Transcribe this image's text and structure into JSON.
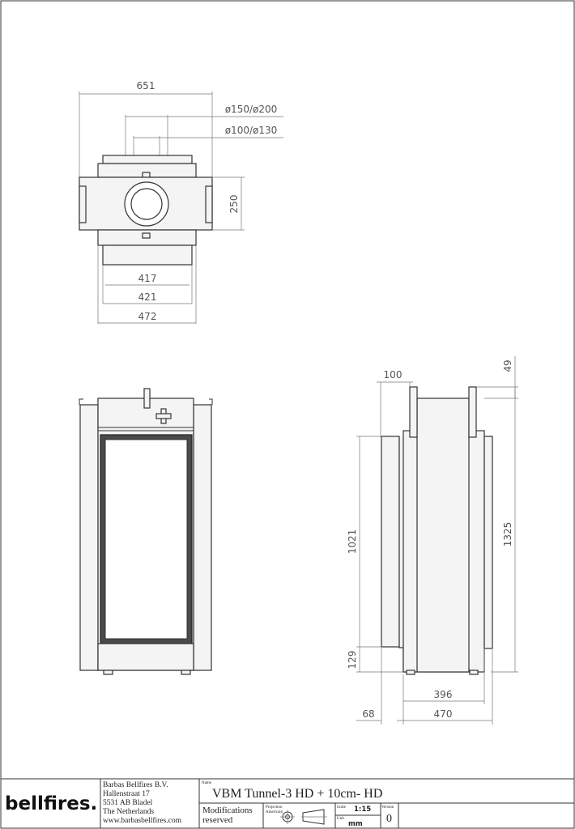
{
  "top_view": {
    "width_label": "651",
    "flue_outer_label": "ø150/ø200",
    "flue_inner_label": "ø100/ø130",
    "depth_label": "250",
    "dim_417": "417",
    "dim_421": "421",
    "dim_472": "472"
  },
  "side_view": {
    "dim_100": "100",
    "dim_49": "49",
    "dim_1021": "1021",
    "dim_1325": "1325",
    "dim_129": "129",
    "dim_396": "396",
    "dim_68": "68",
    "dim_470": "470"
  },
  "title_block": {
    "logo_text": "bellfires.",
    "company": "Barbas Bellfires B.V.",
    "street": "Hallenstraat 17",
    "postal": "5531 AB Bladel",
    "country": "The Netherlands",
    "website": "www.barbasbellfires.com",
    "name_caption": "Name",
    "product_name": "VBM Tunnel-3 HD + 10cm- HD",
    "modifications_line1": "Modifications",
    "modifications_line2": "reserved",
    "projection_caption": "Projection",
    "projection_sub": "Americain",
    "scale_caption": "Scale",
    "scale_value": "1:15",
    "unit_caption": "Unit",
    "unit_value": "mm",
    "version_caption": "Version",
    "version_value": "0"
  }
}
